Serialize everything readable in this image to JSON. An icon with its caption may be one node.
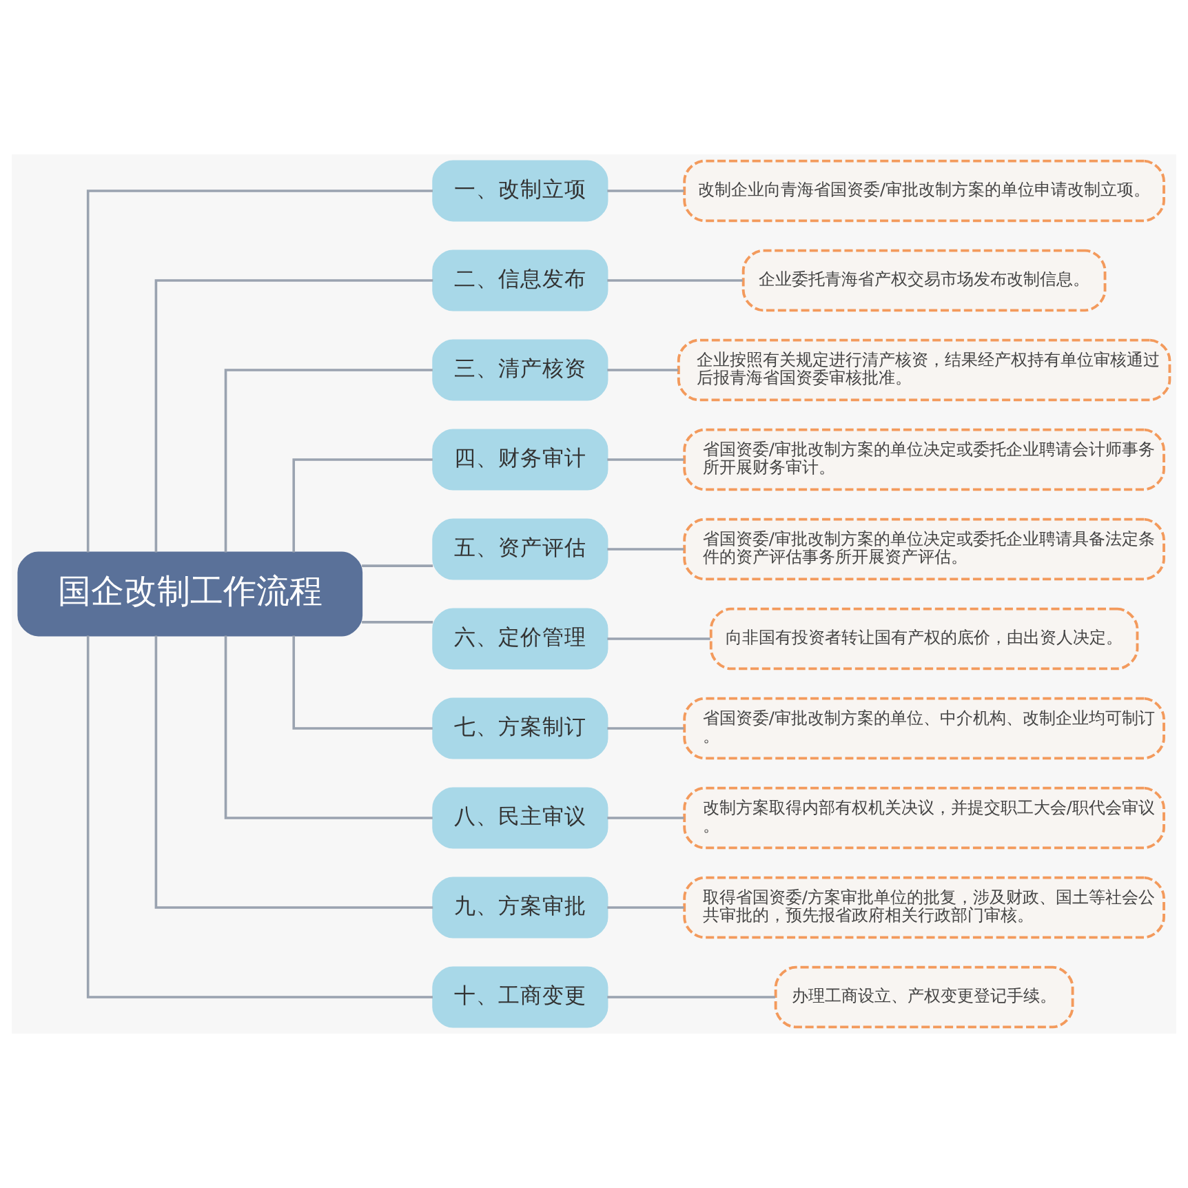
{
  "diagram": {
    "nodes": [
      {
        "text": [
          "国企改制工作流程"
        ]
      },
      {
        "text": [
          "一、改制立项"
        ]
      },
      {
        "text": [
          "改制企业向青海省国资委/审批改制方案的单位申请改制立项。"
        ]
      },
      {
        "text": [
          "二、信息发布"
        ]
      },
      {
        "text": [
          "企业委托青海省产权交易市场发布改制信息。"
        ]
      },
      {
        "text": [
          "三、清产核资"
        ]
      },
      {
        "text": [
          "企业按照有关规定进行清产核资，结果经产权持有单位审核通过后报青海省国资委审核批准。"
        ]
      },
      {
        "text": [
          "四、财务审计"
        ]
      },
      {
        "text": [
          "省国资委/审批改制方案的单位决定或委托企业聘请会计师事务所开展财务审计。"
        ]
      },
      {
        "text": [
          "五、资产评估"
        ]
      },
      {
        "text": [
          "省国资委/审批改制方案的单位决定或委托企业聘请具备法定条件的资产评估事务所开展资产评估。"
        ]
      },
      {
        "text": [
          "六、定价管理"
        ]
      },
      {
        "text": [
          "向非国有投资者转让国有产权的底价，由出资人决定。"
        ]
      },
      {
        "text": [
          "七、方案制订"
        ]
      },
      {
        "text": [
          "省国资委/审批改制方案的单位、中介机构、改制企业均可制订。"
        ]
      },
      {
        "text": [
          "八、民主审议"
        ]
      },
      {
        "text": [
          "改制方案取得内部有权机关决议，并提交职工大会/职代会审议。"
        ]
      },
      {
        "text": [
          "九、方案审批"
        ]
      },
      {
        "text": [
          "取得省国资委/方案审批单位的批复，涉及财政、国土等社会公共审批的，预先报省政府相关行政部门审核。"
        ]
      },
      {
        "text": [
          "十、工商变更"
        ]
      },
      {
        "text": [
          "办理工商设立、产权变更登记手续。"
        ]
      }
    ],
    "edges": [
      {
        "from": 0,
        "to": 1,
        "arrow": "none"
      },
      {
        "from": 1,
        "to": 2,
        "arrow": "none"
      },
      {
        "from": 0,
        "to": 3,
        "arrow": "none"
      },
      {
        "from": 3,
        "to": 4,
        "arrow": "none"
      },
      {
        "from": 0,
        "to": 5,
        "arrow": "none"
      },
      {
        "from": 5,
        "to": 6,
        "arrow": "none"
      },
      {
        "from": 0,
        "to": 7,
        "arrow": "none"
      },
      {
        "from": 7,
        "to": 8,
        "arrow": "none"
      },
      {
        "from": 0,
        "to": 9,
        "arrow": "none"
      },
      {
        "from": 9,
        "to": 10,
        "arrow": "none"
      },
      {
        "from": 0,
        "to": 11,
        "arrow": "none"
      },
      {
        "from": 11,
        "to": 12,
        "arrow": "none"
      },
      {
        "from": 0,
        "to": 13,
        "arrow": "none"
      },
      {
        "from": 13,
        "to": 14,
        "arrow": "none"
      },
      {
        "from": 0,
        "to": 15,
        "arrow": "none"
      },
      {
        "from": 15,
        "to": 16,
        "arrow": "none"
      },
      {
        "from": 0,
        "to": 17,
        "arrow": "none"
      },
      {
        "from": 17,
        "to": 18,
        "arrow": "none"
      },
      {
        "from": 0,
        "to": 19,
        "arrow": "none"
      },
      {
        "from": 19,
        "to": 20,
        "arrow": "none"
      }
    ]
  }
}
